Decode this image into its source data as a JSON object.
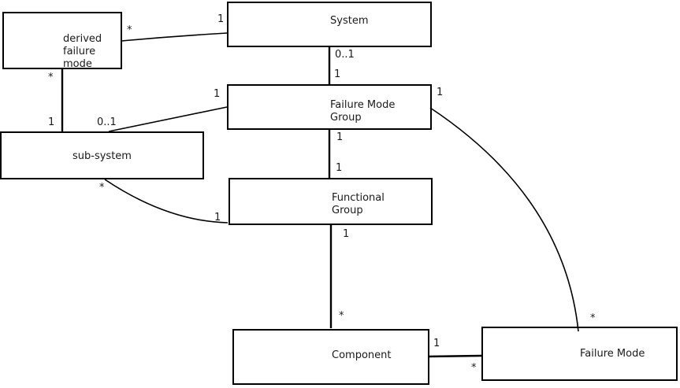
{
  "diagram_type": "uml-class-association-diagram",
  "colors": {
    "background": "#ffffff",
    "line": "#000000",
    "text": "#1a1a1a"
  },
  "entities": {
    "derived_failure_mode": {
      "label": "derived\nfailure\nmode"
    },
    "system": {
      "label": "System"
    },
    "failure_mode_group": {
      "label": "Failure Mode\nGroup"
    },
    "sub_system": {
      "label": "sub-system"
    },
    "functional_group": {
      "label": "Functional\nGroup"
    },
    "component": {
      "label": "Component"
    },
    "failure_mode": {
      "label": "Failure Mode"
    }
  },
  "associations": {
    "dfm_system": {
      "end1": "derived failure mode",
      "end1_mult": "*",
      "end2": "System",
      "end2_mult": "1"
    },
    "dfm_sub_system": {
      "end1": "derived failure mode",
      "end1_mult": "*",
      "end2": "sub-system",
      "end2_mult": "1"
    },
    "system_fmg": {
      "end1": "System",
      "end1_mult": "0..1",
      "end2": "Failure Mode Group",
      "end2_mult": "1"
    },
    "fmg_sub_system": {
      "end1": "Failure Mode Group",
      "end1_mult": "1",
      "end2": "sub-system",
      "end2_mult": "0..1"
    },
    "fmg_functional_group": {
      "end1": "Failure Mode Group",
      "end1_mult": "1",
      "end2": "Functional Group",
      "end2_mult": "1"
    },
    "sub_system_functional_group": {
      "end1": "sub-system",
      "end1_mult": "*",
      "end2": "Functional Group",
      "end2_mult": "1"
    },
    "functional_group_component": {
      "end1": "Functional Group",
      "end1_mult": "1",
      "end2": "Component",
      "end2_mult": "*"
    },
    "component_failure_mode": {
      "end1": "Component",
      "end1_mult": "1",
      "end2": "Failure Mode",
      "end2_mult": "*"
    },
    "fmg_failure_mode": {
      "end1": "Failure Mode Group",
      "end1_mult": "1",
      "end2": "Failure Mode",
      "end2_mult": "*"
    }
  }
}
